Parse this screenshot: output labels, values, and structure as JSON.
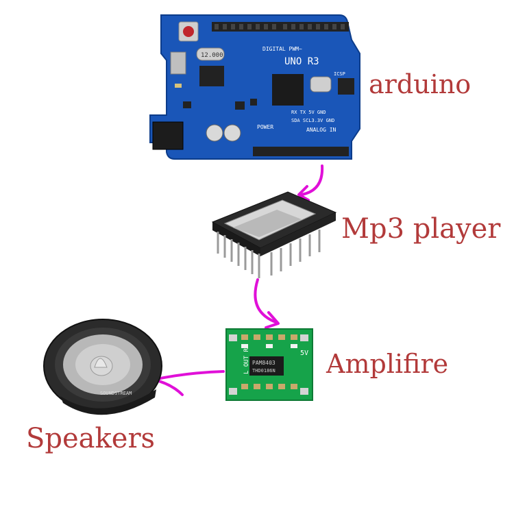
{
  "labels": {
    "arduino": "arduino",
    "mp3_player": "Mp3 player",
    "amplifier": "Amplifire",
    "speakers": "Speakers"
  },
  "board_text": {
    "arduino_model": "UNO R3",
    "arduino_digital": "DIGITAL PWM~",
    "arduino_power": "POWER",
    "arduino_analog": "ANALOG IN",
    "arduino_crystal": "12.000",
    "arduino_icsp": "ICSP",
    "arduino_rx_row": "RX TX 5V GND",
    "arduino_sda_row": "SDA SCL3.3V GND",
    "amp_chip": "PAM8403",
    "amp_chip2": "THD0186N",
    "amp_lout": "L OUT R",
    "amp_5v": "5V",
    "speaker_brand": "SOUNDSTREAM"
  },
  "colors": {
    "label": "#b23a3a",
    "arrow": "#e010d8",
    "arduino_board": "#1a56b8",
    "amp_board": "#16a34a",
    "mp3_board": "#1e1e1e"
  }
}
